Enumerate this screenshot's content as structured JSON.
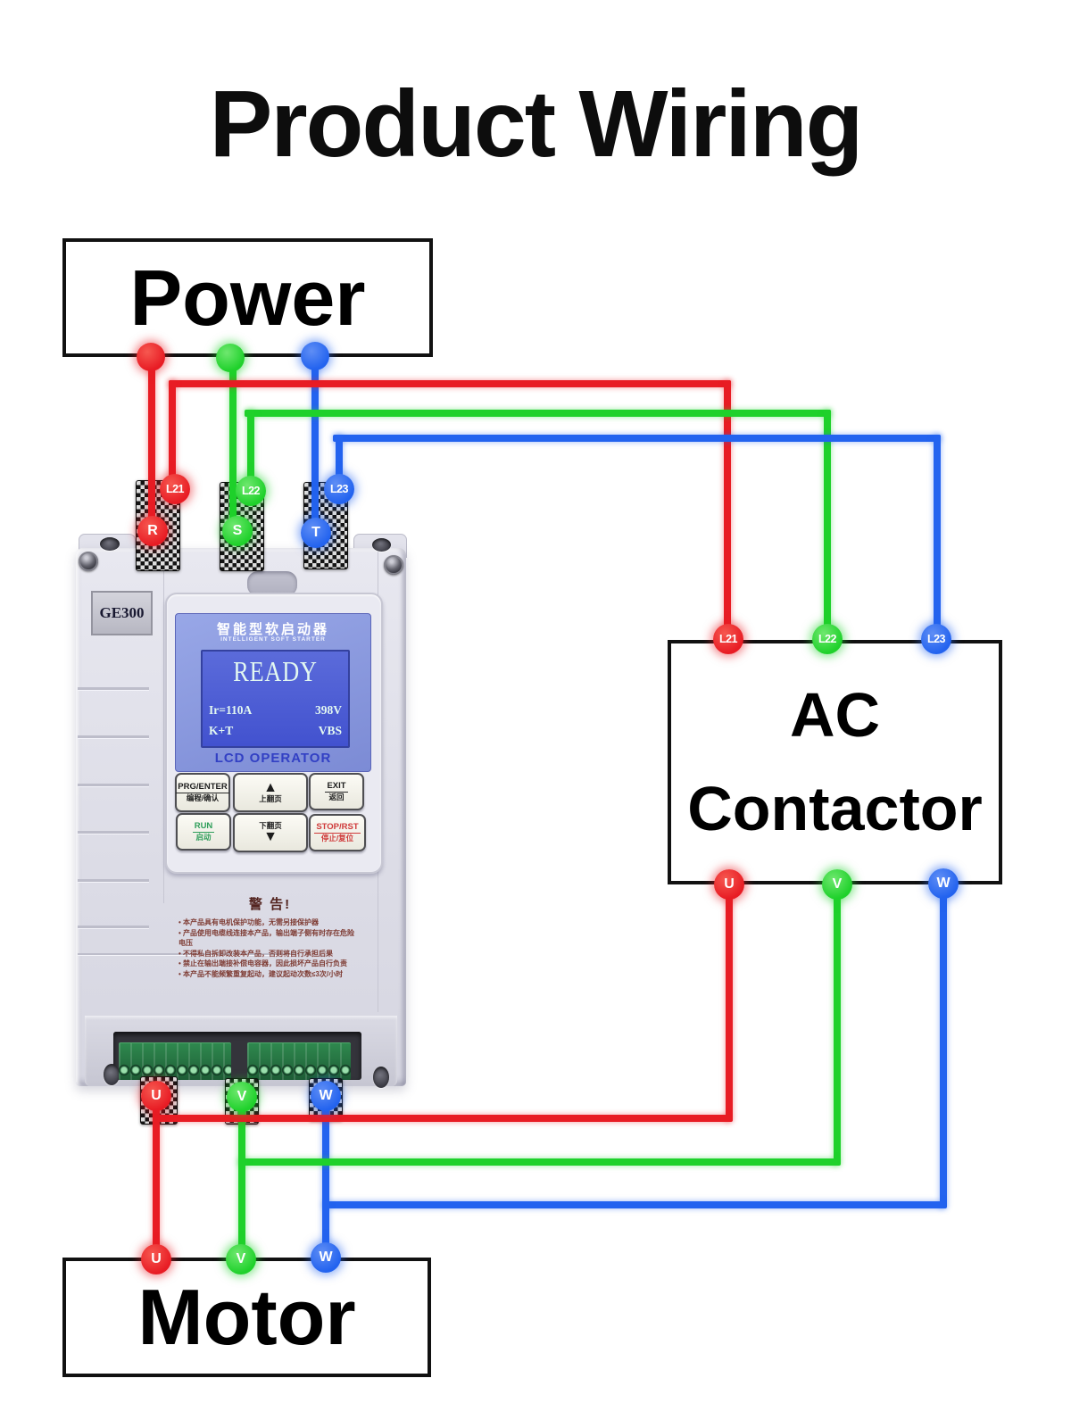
{
  "title": "Product Wiring",
  "colors": {
    "phase_r": "#e81c24",
    "phase_s": "#1fd12b",
    "phase_t": "#2363ef"
  },
  "power": {
    "label": "Power"
  },
  "contactor": {
    "line1": "AC",
    "line2": "Contactor",
    "top_terminals": [
      "L21",
      "L22",
      "L23"
    ],
    "bottom_terminals": [
      "U",
      "V",
      "W"
    ]
  },
  "motor": {
    "label": "Motor",
    "terminals": [
      "U",
      "V",
      "W"
    ]
  },
  "starter": {
    "model": "GE300",
    "input_wire_labels": [
      "L21",
      "L22",
      "L23"
    ],
    "input_terminals": [
      "R",
      "S",
      "T"
    ],
    "output_terminals": [
      "U",
      "V",
      "W"
    ],
    "lcd": {
      "title_cn": "智能型软启动器",
      "subtitle": "INTELLIGENT SOFT STARTER",
      "status": "READY",
      "current": "Ir=110A",
      "voltage": "398V",
      "mode_left": "K+T",
      "mode_right": "VBS",
      "footer": "LCD OPERATOR"
    },
    "keypad": [
      {
        "top": "PRG/ENTER",
        "bottom": "编程/确认"
      },
      {
        "top": "▲",
        "bottom": "上翻页"
      },
      {
        "top": "EXIT",
        "bottom": "返回"
      },
      {
        "top": "RUN",
        "bottom": "启动"
      },
      {
        "top": "下翻页",
        "bottom": "▼"
      },
      {
        "top": "STOP/RST",
        "bottom": "停止/复位"
      }
    ],
    "warning": {
      "heading": "警 告!",
      "lines": [
        "本产品具有电机保护功能，无需另接保护器",
        "产品使用电缆线连接本产品，输出端子侧有时存在危险电压",
        "不得私自拆卸改装本产品，否则将自行承担后果",
        "禁止在输出端接补偿电容器，因此损坏产品自行负责",
        "本产品不能频繁重复起动，建议起动次数≤3次/小时"
      ]
    }
  }
}
